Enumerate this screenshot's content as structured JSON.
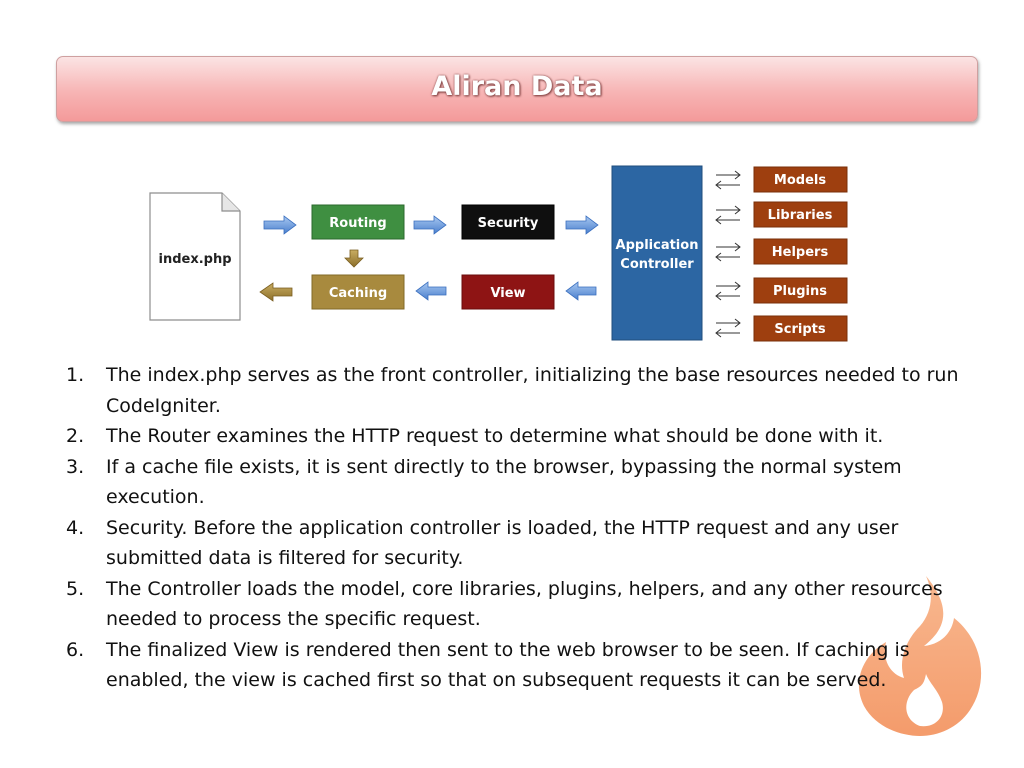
{
  "title": "Aliran Data",
  "diagram": {
    "file_label": "index.php",
    "routing": "Routing",
    "security": "Security",
    "caching": "Caching",
    "view": "View",
    "controller_line1": "Application",
    "controller_line2": "Controller",
    "resources": [
      "Models",
      "Libraries",
      "Helpers",
      "Plugins",
      "Scripts"
    ],
    "colors": {
      "routing": "#3f8f41",
      "security": "#0f0f0f",
      "caching": "#a88a3e",
      "view": "#8e1414",
      "controller": "#2c66a3",
      "resource": "#9e3f0f",
      "arrow_blue": "#5b8fd6",
      "arrow_gold": "#a88a3e"
    }
  },
  "steps": [
    {
      "num": "1.",
      "text": "The index.php serves as the front controller, initializing the base resources needed to run CodeIgniter."
    },
    {
      "num": "2.",
      "text": "The Router examines the HTTP request to determine what should be done with it."
    },
    {
      "num": "3.",
      "text": "If a cache file exists, it is sent directly to the browser, bypassing the normal system execution."
    },
    {
      "num": "4.",
      "text": "Security. Before the application controller is loaded, the HTTP request and any user submitted data is filtered for security."
    },
    {
      "num": "5.",
      "text": "The Controller loads the model, core libraries, plugins, helpers, and any other resources needed to process the specific request."
    },
    {
      "num": "6.",
      "text": "The finalized View is rendered then sent to the web browser to be seen. If caching is enabled, the view is cached first so that on subsequent requests it can be served."
    }
  ]
}
